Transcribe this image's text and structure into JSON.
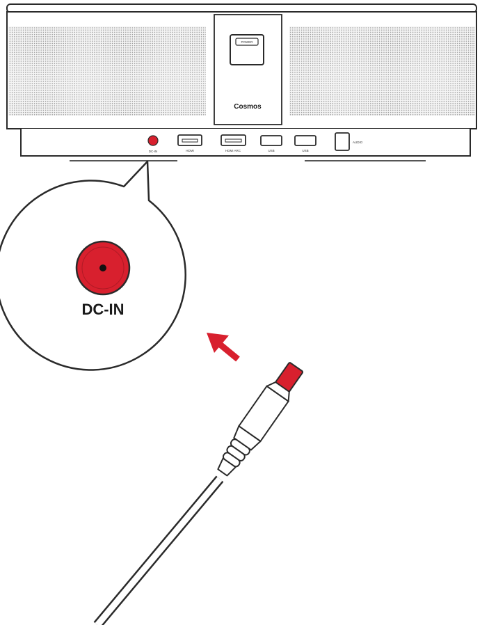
{
  "projector": {
    "brand_label": "Cosmos",
    "power_key_label": "POWER",
    "ports": [
      {
        "id": "dc",
        "label": "DC-IN"
      },
      {
        "id": "hdmi",
        "label": "HDMI"
      },
      {
        "id": "hdmi_arc",
        "label": "HDMI ARC"
      },
      {
        "id": "usb1",
        "label": "USB"
      },
      {
        "id": "usb2",
        "label": "USB"
      },
      {
        "id": "audio",
        "label": "AUDIO"
      }
    ]
  },
  "callout": {
    "port_label": "DC-IN"
  },
  "colors": {
    "accent_red": "#d8202e",
    "line": "#2a2a2a",
    "grille": "#f2f2f2"
  }
}
